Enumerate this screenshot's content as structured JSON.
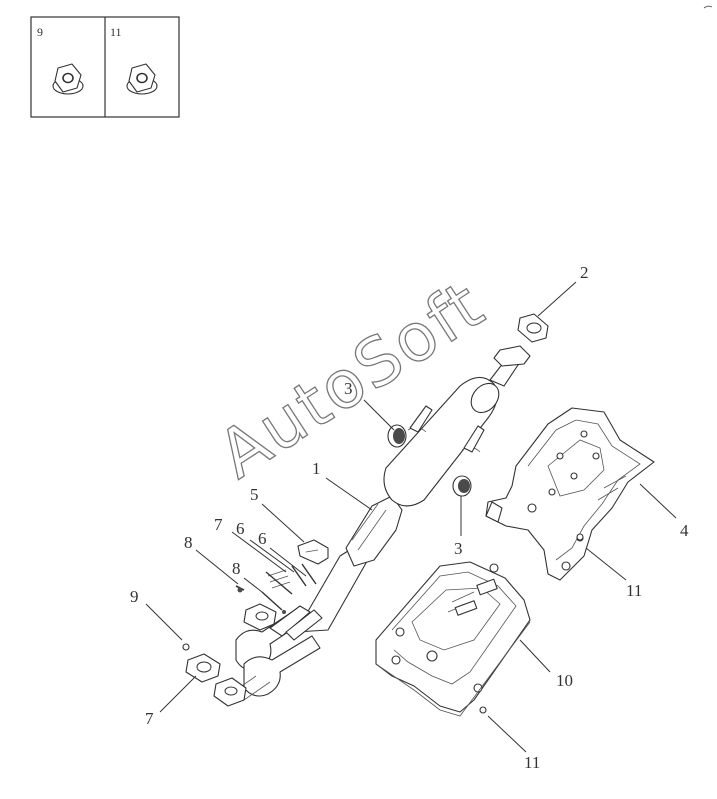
{
  "inset": {
    "cells": [
      {
        "label": "9",
        "icon": "flange-nut-icon"
      },
      {
        "label": "11",
        "icon": "flange-nut-icon"
      }
    ]
  },
  "callouts": [
    {
      "id": "c1",
      "label": "1"
    },
    {
      "id": "c2",
      "label": "2"
    },
    {
      "id": "c3a",
      "label": "3"
    },
    {
      "id": "c3b",
      "label": "3"
    },
    {
      "id": "c4",
      "label": "4"
    },
    {
      "id": "c5",
      "label": "5"
    },
    {
      "id": "c6a",
      "label": "6"
    },
    {
      "id": "c6b",
      "label": "6"
    },
    {
      "id": "c7a",
      "label": "7"
    },
    {
      "id": "c7b",
      "label": "7"
    },
    {
      "id": "c8a",
      "label": "8"
    },
    {
      "id": "c8b",
      "label": "8"
    },
    {
      "id": "c9",
      "label": "9"
    },
    {
      "id": "c10",
      "label": "10"
    },
    {
      "id": "c11a",
      "label": "11"
    },
    {
      "id": "c11b",
      "label": "11"
    }
  ],
  "watermark": {
    "text": "AutoSoft"
  },
  "colors": {
    "line": "#333333",
    "background": "#ffffff"
  }
}
